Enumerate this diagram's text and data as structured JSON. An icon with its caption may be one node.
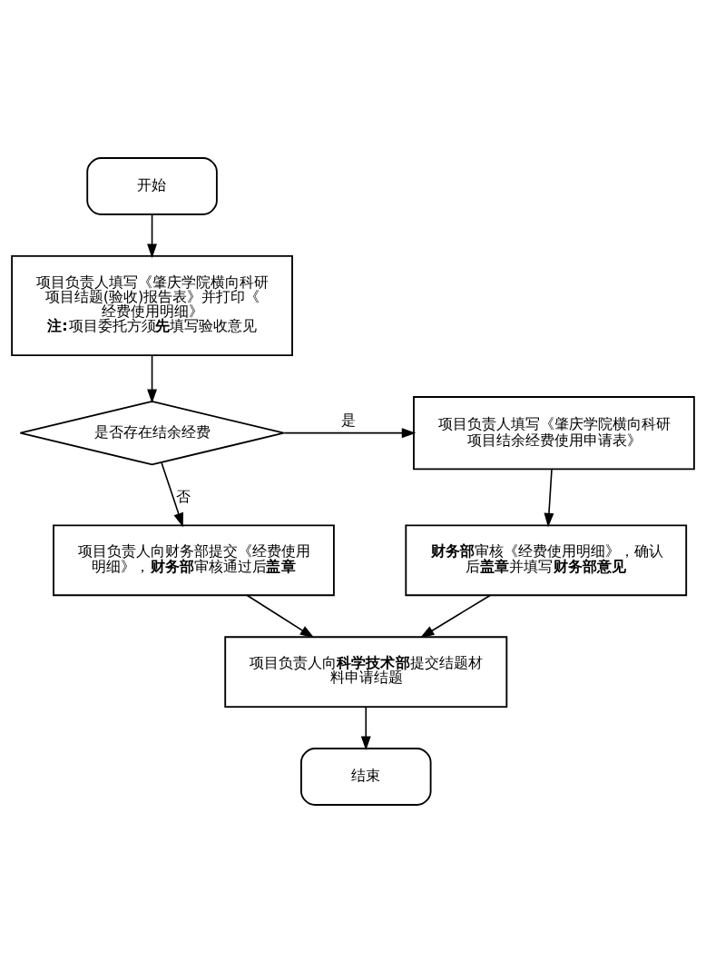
{
  "diagram": {
    "nodes": [
      {
        "text": [
          "开始"
        ]
      },
      {
        "text": [
          "项目负责人填写《肇庆学院横向科研项目结题(验收)报告表》并打印《经费使用明细》",
          "**注:**项目委托方须**先**填写验收意见"
        ]
      },
      {
        "text": [
          "是否存在结余经费"
        ]
      },
      {
        "text": [
          "项目负责人填写《肇庆学院横向科研项目结余经费使用申请表》"
        ]
      },
      {
        "text": [
          "**财务部**审核《经费使用明细》，确认后**盖章**并填写**财务部意见**"
        ]
      },
      {
        "text": [
          "项目负责人向财务部提交《经费使用明细》，**财务部**审核通过后**盖章**"
        ]
      },
      {
        "text": [
          "项目负责人向**科学技术部**提交结题材料申请结题"
        ]
      },
      {
        "text": [
          "结束"
        ]
      }
    ],
    "edges": [
      {
        "from": 0,
        "to": 1,
        "arrow": "to"
      },
      {
        "from": 1,
        "to": 2,
        "arrow": "to"
      },
      {
        "from": 2,
        "to": 3,
        "arrow": "to",
        "label": "是"
      },
      {
        "from": 3,
        "to": 4,
        "arrow": "to"
      },
      {
        "from": 2,
        "to": 5,
        "arrow": "to",
        "label": "否"
      },
      {
        "from": 4,
        "to": 6,
        "arrow": "to"
      },
      {
        "from": 5,
        "to": 6,
        "arrow": "to"
      },
      {
        "from": 6,
        "to": 7,
        "arrow": "to"
      }
    ]
  }
}
